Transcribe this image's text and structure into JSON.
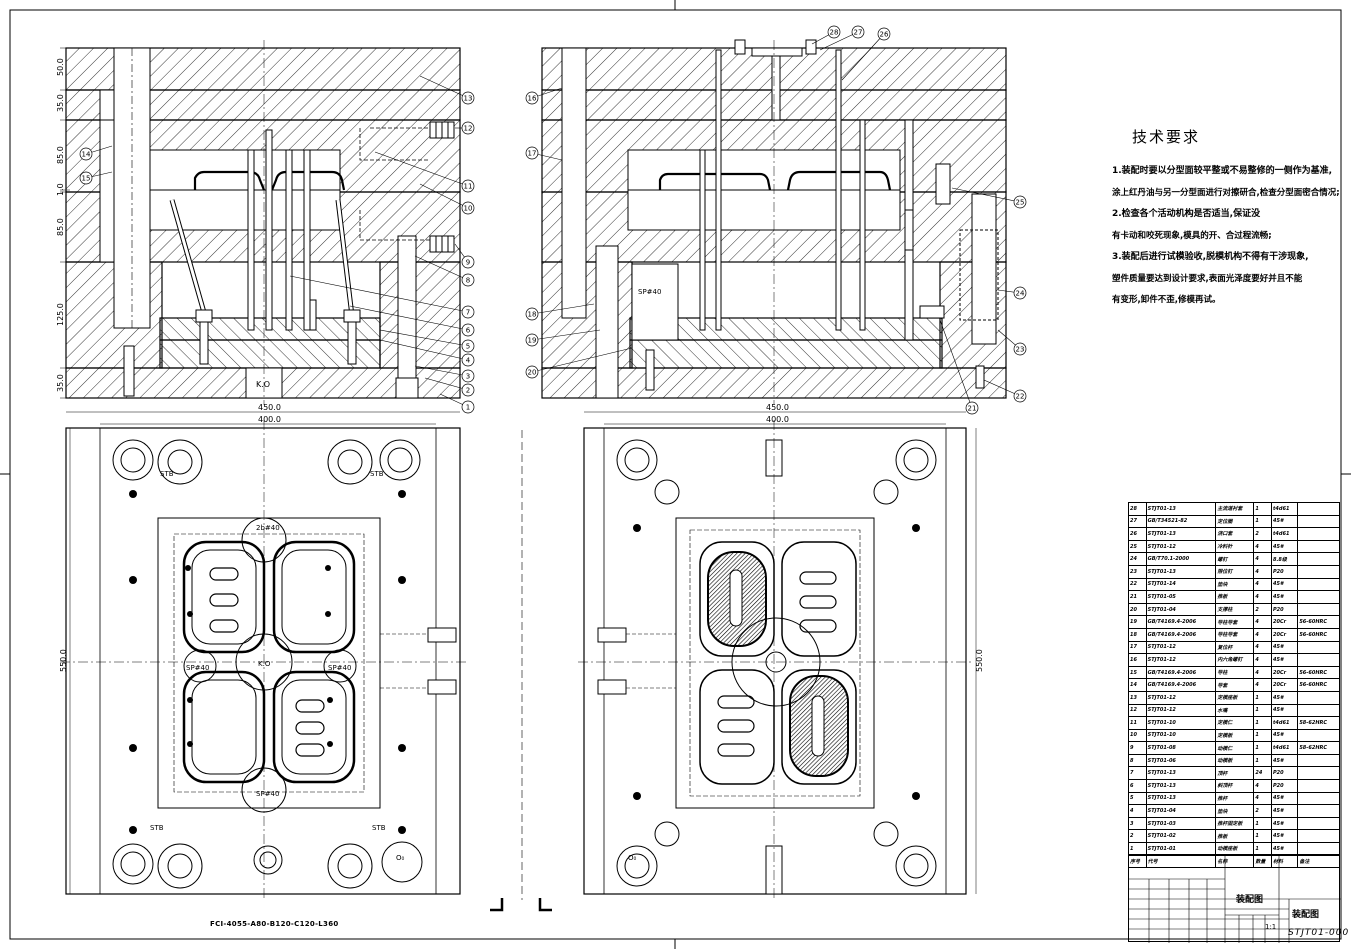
{
  "tech_requirements": {
    "title": "技术要求",
    "lines": [
      "1.装配时要以分型面较平整或不易整修的一侧作为基准,",
      "涂上红丹油与另一分型面进行对擦研合,检查分型面密合情况;",
      "2.检查各个活动机构是否适当,保证没",
      "有卡动和咬死现象,模具的开、合过程流畅;",
      "3.装配后进行试模验收,脱模机构不得有干涉现象,",
      "塑件质量要达到设计要求,表面光泽度要好并且不能",
      "有变形,卸件不歪,修模再试。"
    ]
  },
  "dimensions": {
    "left_vertical": [
      "50.0",
      "35.0",
      "85.0",
      "1.0",
      "85.0",
      "125.0",
      "35.0"
    ],
    "left_width_outer": "450.0",
    "left_width_inner": "400.0",
    "left_height": "550.0",
    "right_width_outer": "450.0",
    "right_width_inner": "400.0",
    "right_height": "550.0"
  },
  "balloons_left": [
    "1",
    "2",
    "3",
    "4",
    "5",
    "6",
    "7",
    "8",
    "9",
    "10",
    "11",
    "12",
    "13",
    "14",
    "15"
  ],
  "balloons_right": [
    "16",
    "17",
    "18",
    "19",
    "20",
    "21",
    "22",
    "23",
    "24",
    "25",
    "26",
    "27",
    "28"
  ],
  "plan_labels": {
    "left_center": "K.O",
    "section_ko": "K.O",
    "left_sp1": "SP#40",
    "left_sp2": "SP#40",
    "left_sp3": "SP#40",
    "left_2sp": "2b#40",
    "stb_tl": "STB",
    "stb_tr": "STB",
    "stb_bl": "STB",
    "stb_br": "STB",
    "section_sp": "SP#40",
    "ob_left": "O₀",
    "ob_right": "O₀"
  },
  "caption": "FCI-4055-A80-B120-C120-L360",
  "bom": {
    "rows": [
      [
        "28",
        "STJT01-13",
        "主流道衬套",
        "1",
        "t4d61",
        ""
      ],
      [
        "27",
        "GB/T34521-82",
        "定位圈",
        "1",
        "45#",
        ""
      ],
      [
        "26",
        "STJT01-13",
        "浇口套",
        "2",
        "t4d61",
        ""
      ],
      [
        "25",
        "STJT01-12",
        "冷料针",
        "4",
        "45#",
        ""
      ],
      [
        "24",
        "GB/T70.1-2000",
        "螺钉",
        "4",
        "8.8级",
        ""
      ],
      [
        "23",
        "STJT01-13",
        "限位钉",
        "4",
        "P20",
        ""
      ],
      [
        "22",
        "STJT01-14",
        "垫块",
        "4",
        "45#",
        ""
      ],
      [
        "21",
        "STJT01-05",
        "推板",
        "4",
        "45#",
        ""
      ],
      [
        "20",
        "STJT01-04",
        "支撑柱",
        "2",
        "P20",
        ""
      ],
      [
        "19",
        "GB/T4169.4-2006",
        "导柱导套",
        "4",
        "20Cr",
        "56-60HRC"
      ],
      [
        "18",
        "GB/T4169.4-2006",
        "导柱导套",
        "4",
        "20Cr",
        "56-60HRC"
      ],
      [
        "17",
        "STJT01-12",
        "复位杆",
        "4",
        "45#",
        ""
      ],
      [
        "16",
        "STJT01-12",
        "内六角螺钉",
        "4",
        "45#",
        ""
      ],
      [
        "15",
        "GB/T4169.4-2006",
        "导柱",
        "4",
        "20Cr",
        "56-60HRC"
      ],
      [
        "14",
        "GB/T4169.4-2006",
        "导套",
        "4",
        "20Cr",
        "56-60HRC"
      ],
      [
        "13",
        "STJT01-12",
        "定模座板",
        "1",
        "45#",
        ""
      ],
      [
        "12",
        "STJT01-12",
        "水嘴",
        "1",
        "45#",
        ""
      ],
      [
        "11",
        "STJT01-10",
        "定模仁",
        "1",
        "t4d61",
        "58-62HRC"
      ],
      [
        "10",
        "STJT01-10",
        "定模板",
        "1",
        "45#",
        ""
      ],
      [
        "9",
        "STJT01-08",
        "动模仁",
        "1",
        "t4d61",
        "58-62HRC"
      ],
      [
        "8",
        "STJT01-06",
        "动模板",
        "1",
        "45#",
        ""
      ],
      [
        "7",
        "STJT01-13",
        "顶杆",
        "24",
        "P20",
        ""
      ],
      [
        "6",
        "STJT01-13",
        "斜顶杆",
        "4",
        "P20",
        ""
      ],
      [
        "5",
        "STJT01-13",
        "推杆",
        "4",
        "45#",
        ""
      ],
      [
        "4",
        "STJT01-04",
        "垫块",
        "2",
        "45#",
        ""
      ],
      [
        "3",
        "STJT01-03",
        "推杆固定板",
        "1",
        "45#",
        ""
      ],
      [
        "2",
        "STJT01-02",
        "推板",
        "1",
        "45#",
        ""
      ],
      [
        "1",
        "STJT01-01",
        "动模座板",
        "1",
        "45#",
        ""
      ]
    ],
    "header": [
      "序号",
      "代号",
      "名称",
      "数量",
      "材料",
      "备注"
    ]
  },
  "title_block": {
    "drawing_name": "装配图",
    "drawing_name2": "装配图",
    "scale": "1:1",
    "drawing_no": "STJT01-000"
  }
}
